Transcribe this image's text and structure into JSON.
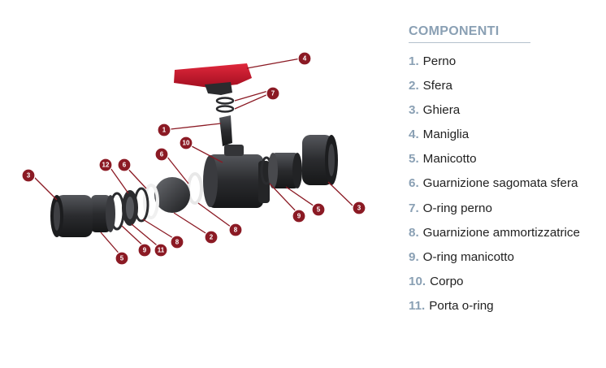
{
  "legend": {
    "title": "COMPONENTI",
    "items": [
      {
        "num": "1.",
        "label": "Perno"
      },
      {
        "num": "2.",
        "label": "Sfera"
      },
      {
        "num": "3.",
        "label": "Ghiera"
      },
      {
        "num": "4.",
        "label": "Maniglia"
      },
      {
        "num": "5.",
        "label": "Manicotto"
      },
      {
        "num": "6.",
        "label": "Guarnizione sagomata sfera"
      },
      {
        "num": "7.",
        "label": "O-ring perno"
      },
      {
        "num": "8.",
        "label": "Guarnizione ammortizzatrice"
      },
      {
        "num": "9.",
        "label": "O-ring manicotto"
      },
      {
        "num": "10.",
        "label": "Corpo"
      },
      {
        "num": "11.",
        "label": "Porta o-ring"
      }
    ]
  },
  "callouts": {
    "c1": "1",
    "c2": "2",
    "c3a": "3",
    "c3b": "3",
    "c4": "4",
    "c5a": "5",
    "c5b": "5",
    "c6a": "6",
    "c6b": "6",
    "c7": "7",
    "c8a": "8",
    "c8b": "8",
    "c9a": "9",
    "c9b": "9",
    "c10": "10",
    "c11": "11",
    "c12": "12"
  },
  "colors": {
    "accent_red": "#8b1a24",
    "handle_red": "#c8102e",
    "part_dark": "#2e2e31",
    "legend_number": "#8aa0b4"
  }
}
